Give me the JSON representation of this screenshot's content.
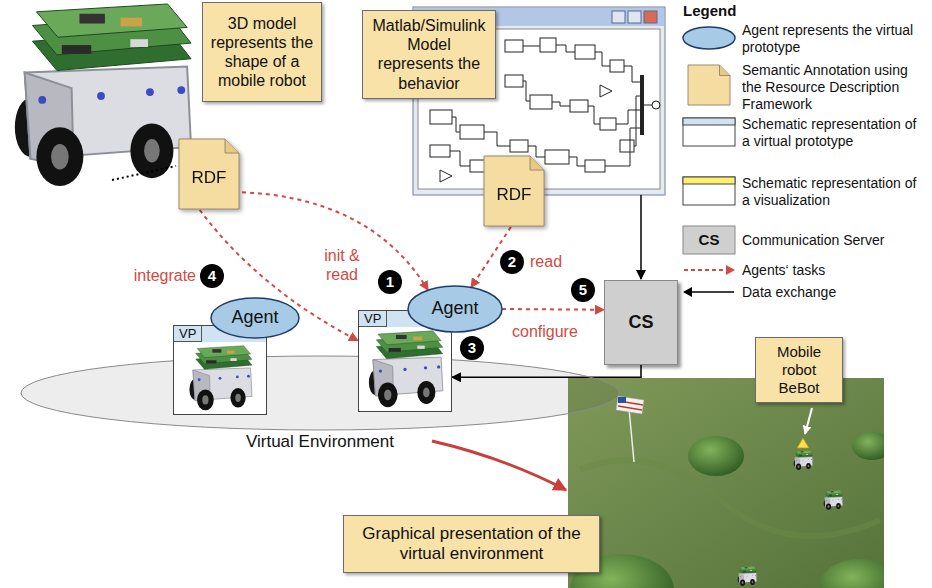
{
  "diagram": {
    "nodes": [
      {
        "text": [
          "3D model represents the shape of a mobile robot"
        ]
      },
      {
        "text": [
          "RDF"
        ]
      },
      {
        "text": [
          "Matlab/Simulink Model represents the behavior"
        ]
      },
      {
        "text": [
          "RDF"
        ]
      },
      {
        "text": [
          "Agent"
        ]
      },
      {
        "text": [
          "VP"
        ]
      },
      {
        "text": [
          "Agent"
        ]
      },
      {
        "text": [
          "VP"
        ]
      },
      {
        "text": [
          "CS"
        ]
      },
      {
        "text": [
          "Virtual Environment"
        ]
      },
      {
        "text": [
          "Mobile robot BeBot"
        ]
      },
      {
        "text": [
          "Graphical presentation of the virtual environment"
        ]
      }
    ],
    "edges": [
      {
        "from": 1,
        "to": 6,
        "arrow": "to",
        "label": "init & read"
      },
      {
        "from": 3,
        "to": 6,
        "arrow": "to",
        "label": "read"
      },
      {
        "from": 1,
        "to": 7,
        "arrow": "to",
        "label": "integrate"
      },
      {
        "from": 6,
        "to": 8,
        "arrow": "to",
        "label": "configure"
      },
      {
        "from": 8,
        "to": 7,
        "arrow": "to"
      }
    ],
    "labels": [
      "Legend",
      "1",
      "2",
      "3",
      "4",
      "5",
      "CS"
    ],
    "legend": [
      {
        "text": "Agent represents the virtual prototype"
      },
      {
        "text": "Semantic Annotation using the Resource Description Framework"
      },
      {
        "text": "Schematic representation of a virtual prototype"
      },
      {
        "text": "Schematic representation of a visualization"
      },
      {
        "text": "Communication Server"
      },
      {
        "text": "Agents‘ tasks"
      },
      {
        "text": "Data exchange"
      }
    ]
  }
}
